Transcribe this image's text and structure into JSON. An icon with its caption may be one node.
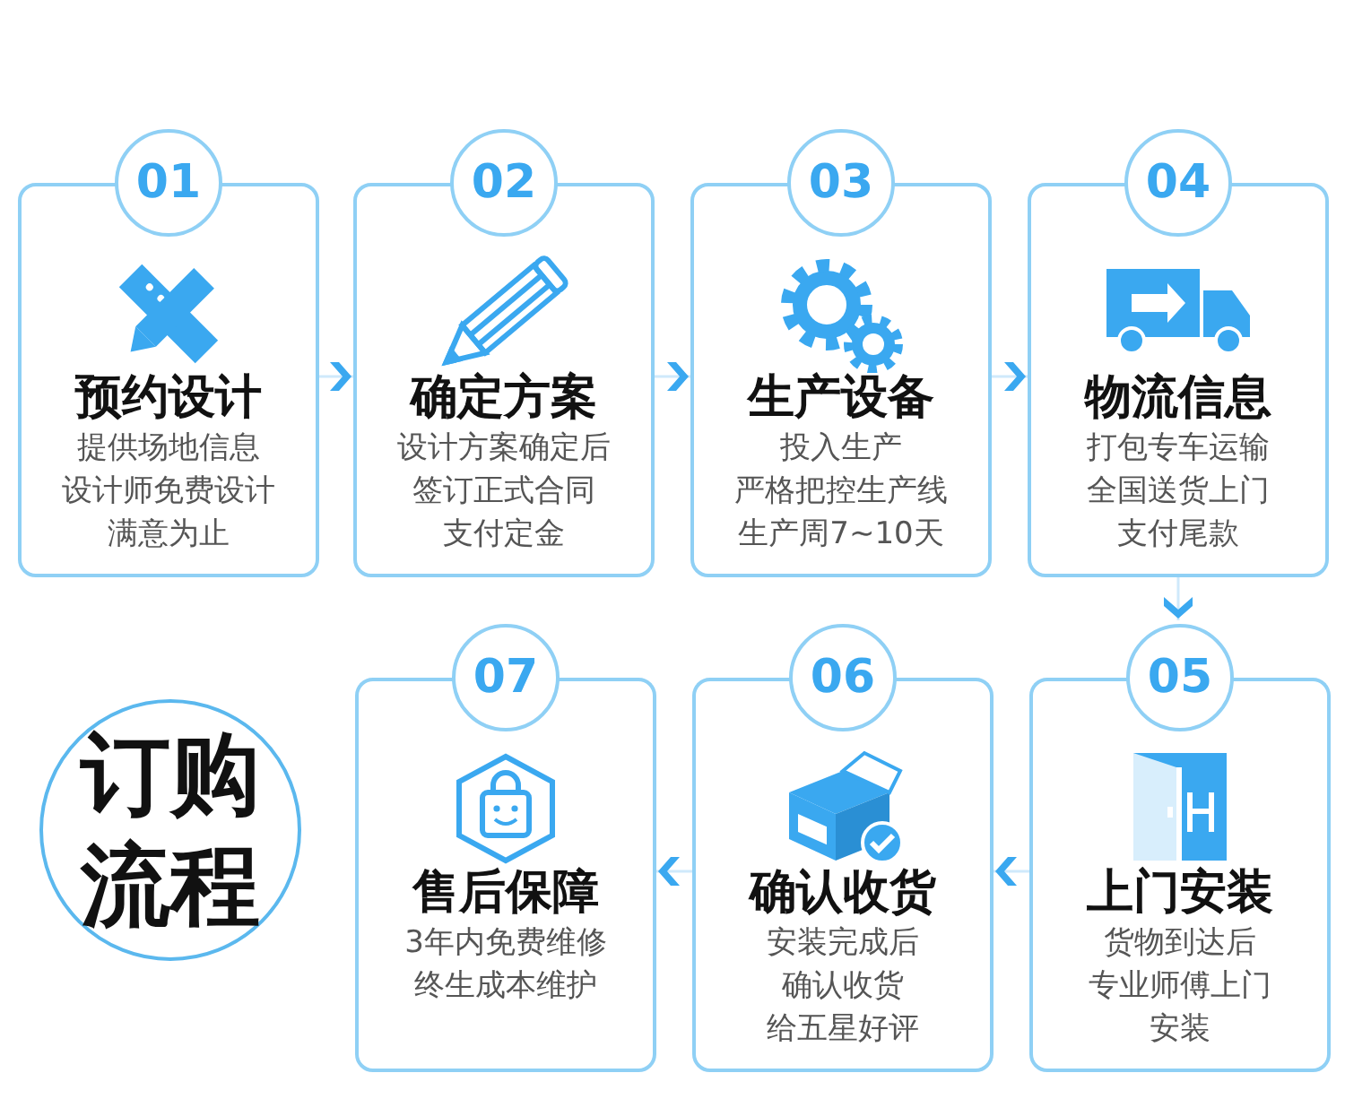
{
  "diagram": {
    "nodes": [
      {
        "text": [
          "01",
          "预约设计",
          "提供场地信息",
          "设计师免费设计",
          "满意为止"
        ]
      },
      {
        "text": [
          "02",
          "确定方案",
          "设计方案确定后",
          "签订正式合同",
          "支付定金"
        ]
      },
      {
        "text": [
          "03",
          "生产设备",
          "投入生产",
          "严格把控生产线",
          "生产周7~10天"
        ]
      },
      {
        "text": [
          "04",
          "物流信息",
          "打包专车运输",
          "全国送货上门",
          "支付尾款"
        ]
      },
      {
        "text": [
          "订购流程"
        ]
      },
      {
        "text": [
          "07",
          "售后保障",
          "3年内免费维修",
          "终生成本维护"
        ]
      },
      {
        "text": [
          "06",
          "确认收货",
          "安装完成后",
          "确认收货",
          "给五星好评"
        ]
      },
      {
        "text": [
          "05",
          "上门安装",
          "货物到达后",
          "专业师傅上门",
          "安装"
        ]
      }
    ],
    "edges": [
      {
        "from": 0,
        "to": 1,
        "arrow": "to"
      },
      {
        "from": 1,
        "to": 2,
        "arrow": "to"
      },
      {
        "from": 2,
        "to": 3,
        "arrow": "to"
      },
      {
        "from": 3,
        "to": 7,
        "arrow": "to"
      },
      {
        "from": 7,
        "to": 6,
        "arrow": "to"
      },
      {
        "from": 6,
        "to": 5,
        "arrow": "to"
      }
    ]
  }
}
